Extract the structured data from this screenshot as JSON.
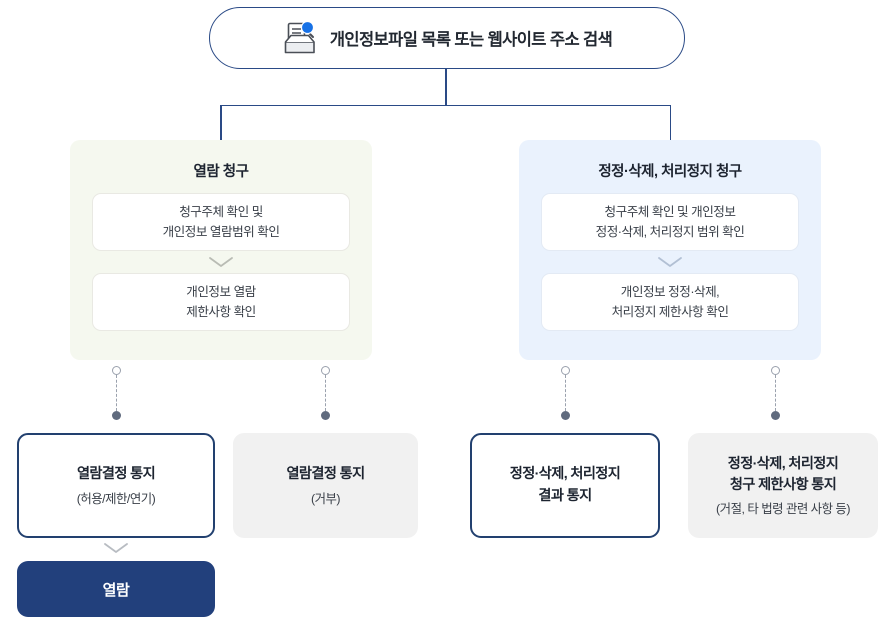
{
  "header": {
    "icon": "document-search-icon",
    "label": "개인정보파일 목록 또는 웹사이트 주소 검색"
  },
  "branches": [
    {
      "title": "열람 청구",
      "accent": "#f5f8ef",
      "steps": [
        {
          "line1": "청구주체 확인 및",
          "line2": "개인정보 열람범위 확인"
        },
        {
          "line1": "개인정보 열람",
          "line2": "제한사항 확인"
        }
      ]
    },
    {
      "title": "정정·삭제, 처리정지 청구",
      "accent": "#eaf2fd",
      "steps": [
        {
          "line1": "청구주체 확인 및 개인정보",
          "line2": "정정·삭제, 처리정지 범위 확인"
        },
        {
          "line1": "개인정보 정정·삭제,",
          "line2": "처리정지 제한사항 확인"
        }
      ]
    }
  ],
  "results": [
    {
      "style": "outline",
      "line1": "열람결정 통지",
      "line2": "(허용/제한/연기)",
      "line3": ""
    },
    {
      "style": "filled",
      "line1": "열람결정 통지",
      "line2": "(거부)",
      "line3": ""
    },
    {
      "style": "outline",
      "line1": "정정·삭제, 처리정지",
      "line2": "결과 통지",
      "line3": ""
    },
    {
      "style": "filled",
      "line1": "정정·삭제, 처리정지",
      "line2": "청구 제한사항 통지",
      "line3": "(거절, 타 법령 관련 사항 등)"
    }
  ],
  "final": {
    "label": "열람",
    "color": "#22407c"
  },
  "colors": {
    "line": "#2a4a86",
    "connector_ring": "#9aa1ad",
    "connector_dot": "#606b7e",
    "card_outline": "#22406f",
    "card_filled_bg": "#f1f1f1"
  }
}
